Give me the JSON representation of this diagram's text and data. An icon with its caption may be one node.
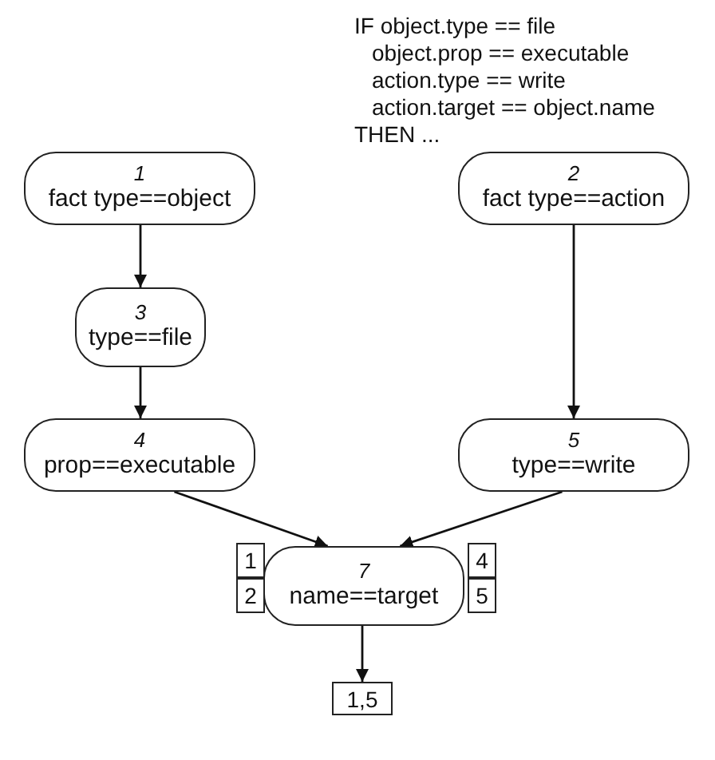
{
  "diagram": {
    "nodes": [
      {
        "text": [
          "1",
          "fact type==object"
        ]
      },
      {
        "text": [
          "2",
          "fact type==action"
        ]
      },
      {
        "text": [
          "3",
          "type==file"
        ]
      },
      {
        "text": [
          "4",
          "prop==executable"
        ]
      },
      {
        "text": [
          "5",
          "type==write"
        ]
      },
      {
        "text": [
          "7",
          "name==target"
        ]
      },
      {
        "text": [
          "1"
        ]
      },
      {
        "text": [
          "2"
        ]
      },
      {
        "text": [
          "4"
        ]
      },
      {
        "text": [
          "5"
        ]
      },
      {
        "text": [
          "1,5"
        ]
      }
    ],
    "edges": [
      {
        "from": 0,
        "to": 2,
        "arrow": "to"
      },
      {
        "from": 2,
        "to": 3,
        "arrow": "to"
      },
      {
        "from": 1,
        "to": 4,
        "arrow": "to"
      },
      {
        "from": 3,
        "to": 5,
        "arrow": "to"
      },
      {
        "from": 4,
        "to": 5,
        "arrow": "to"
      },
      {
        "from": 5,
        "to": 10,
        "arrow": "to"
      }
    ],
    "labels": [
      "IF object.type == file",
      "object.prop == executable",
      "action.type == write",
      "action.target == object.name",
      "THEN ..."
    ]
  }
}
